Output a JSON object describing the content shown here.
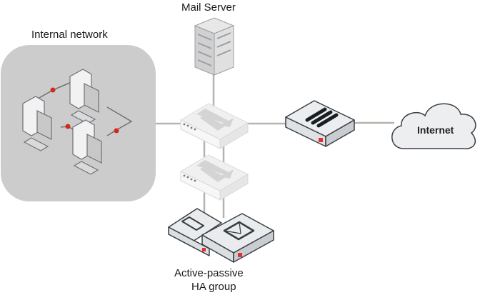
{
  "labels": {
    "internal_network": "Internal network",
    "mail_server": "Mail Server",
    "internet": "Internet",
    "ha_group_line1": "Active-passive",
    "ha_group_line2": "HA group"
  },
  "colors": {
    "network_zone": "#cccccc",
    "link": "#b5b3ad",
    "node_dot": "#d42a1a",
    "device_outline": "#3a3f44",
    "brand_red": "#e0312a"
  }
}
